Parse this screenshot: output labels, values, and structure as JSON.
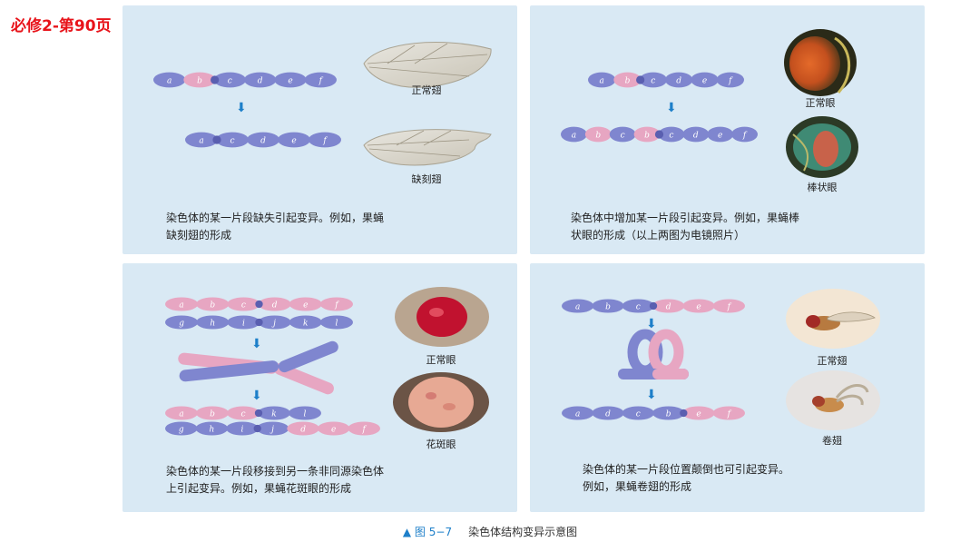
{
  "page_label": "必修2-第90页",
  "panels": {
    "deletion": {
      "caption": "染色体的某一片段缺失引起变异。例如，果蝇\n缺刻翅的形成",
      "label_top": "正常翅",
      "label_bottom": "缺刻翅",
      "genes_before": [
        "a",
        "b",
        "c",
        "d",
        "e",
        "f"
      ],
      "genes_after": [
        "a",
        "c",
        "d",
        "e",
        "f"
      ]
    },
    "duplication": {
      "caption": "染色体中增加某一片段引起变异。例如，果蝇棒\n状眼的形成（以上两图为电镜照片）",
      "label_top": "正常眼",
      "label_bottom": "棒状眼",
      "genes_before": [
        "a",
        "b",
        "c",
        "d",
        "e",
        "f"
      ],
      "genes_after": [
        "a",
        "b",
        "c",
        "b",
        "c",
        "d",
        "e",
        "f"
      ]
    },
    "translocation": {
      "caption": "染色体的某一片段移接到另一条非同源染色体\n上引起变异。例如，果蝇花斑眼的形成",
      "label_top": "正常眼",
      "label_bottom": "花斑眼",
      "genes_a": [
        "a",
        "b",
        "c",
        "d",
        "e",
        "f"
      ],
      "genes_b": [
        "g",
        "h",
        "i",
        "j",
        "k",
        "l"
      ],
      "genes_a_after": [
        "a",
        "b",
        "c",
        "k",
        "l"
      ],
      "genes_b_after": [
        "g",
        "h",
        "i",
        "j",
        "d",
        "e",
        "f"
      ]
    },
    "inversion": {
      "caption": "染色体的某一片段位置颠倒也可引起变异。\n例如，果蝇卷翅的形成",
      "label_top": "正常翅",
      "label_bottom": "卷翅",
      "genes_before": [
        "a",
        "b",
        "c",
        "d",
        "e",
        "f"
      ],
      "genes_after": [
        "a",
        "d",
        "c",
        "b",
        "e",
        "f"
      ]
    }
  },
  "figure_caption": {
    "number": "▲ 图 5−7",
    "title": "染色体结构变异示意图"
  },
  "colors": {
    "pink": "#e7a6c2",
    "blue": "#7f86cf",
    "arrow": "#1d7fc9",
    "panel": "#d9e9f4",
    "page_label": "#e8141b"
  }
}
